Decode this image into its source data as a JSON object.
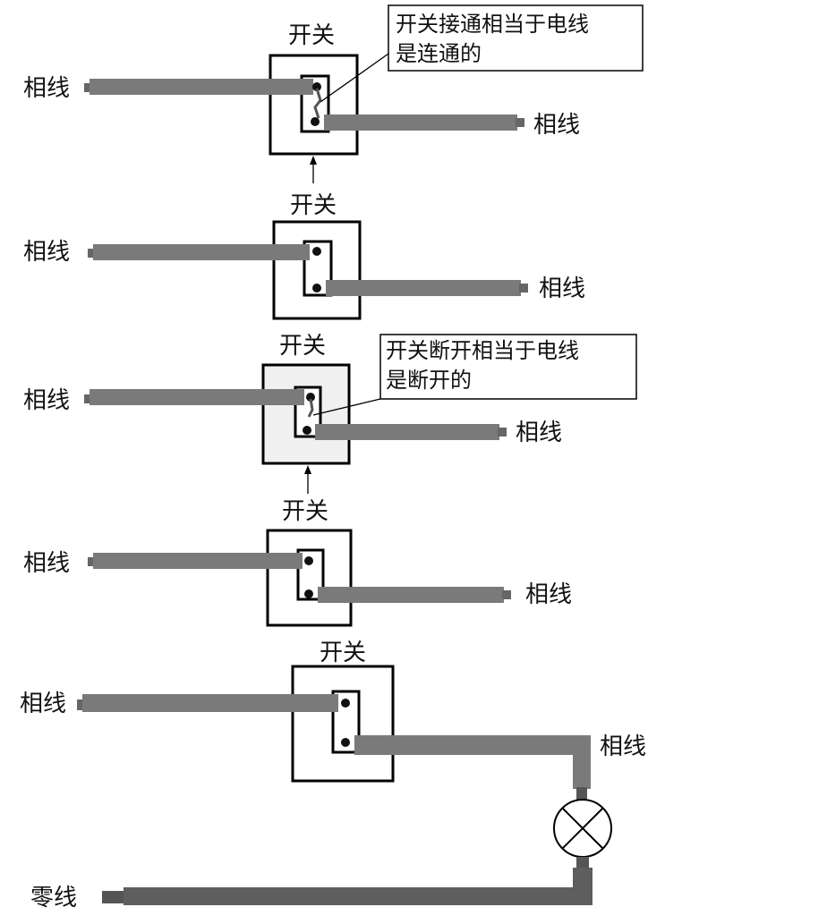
{
  "labels": {
    "phase": "相线",
    "neutral": "零线",
    "switch": "开关"
  },
  "notes": {
    "on_line1": "开关接通相当于电线",
    "on_line2": "是连通的",
    "off_line1": "开关断开相当于电线",
    "off_line2": "是断开的"
  },
  "colors": {
    "wire": "#7a7a7a",
    "wire_dark": "#5e5e5e",
    "outline": "#000000",
    "switch_off_fill": "#f0f0f0"
  }
}
